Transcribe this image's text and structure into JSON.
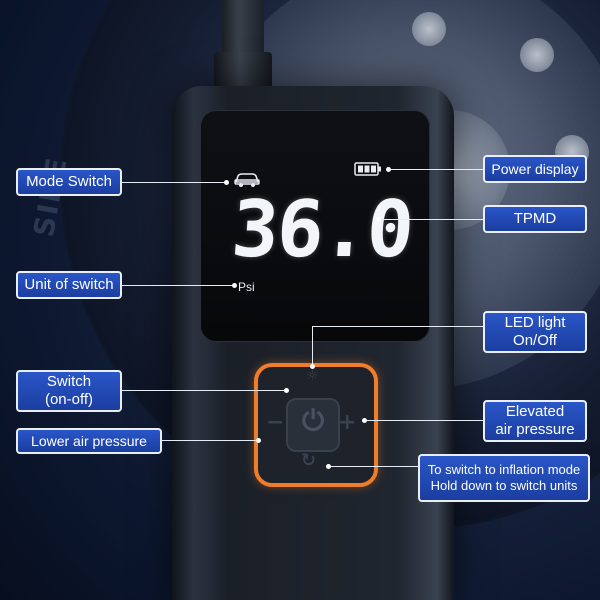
{
  "device": {
    "reading": "36.0",
    "unit": "Psi"
  },
  "callouts": {
    "mode_switch": "Mode Switch",
    "unit_of_switch": "Unit of switch",
    "switch_line1": "Switch",
    "switch_line2": "(on-off)",
    "lower_air_pressure": "Lower air pressure",
    "power_display": "Power display",
    "tpmd": "TPMD",
    "led_line1": "LED light",
    "led_line2": "On/Off",
    "elevated_line1": "Elevated",
    "elevated_line2": "air pressure",
    "inflate_line1": "To switch to inflation mode",
    "inflate_line2": "Hold down to switch units"
  },
  "background": {
    "tire_sidewall_text": "SIDE"
  },
  "colors": {
    "label_bg": "#2a56c8",
    "label_border": "#e9eef7",
    "keypad_accent": "#ef7d2a",
    "display_text": "#f2f5fa"
  },
  "icons": {
    "mode": "car-icon",
    "power_display": "battery-icon",
    "power_key": "power-icon",
    "led_key": "light-icon",
    "cycle_key": "cycle-icon",
    "plus_key": "plus-icon",
    "minus_key": "minus-icon"
  }
}
